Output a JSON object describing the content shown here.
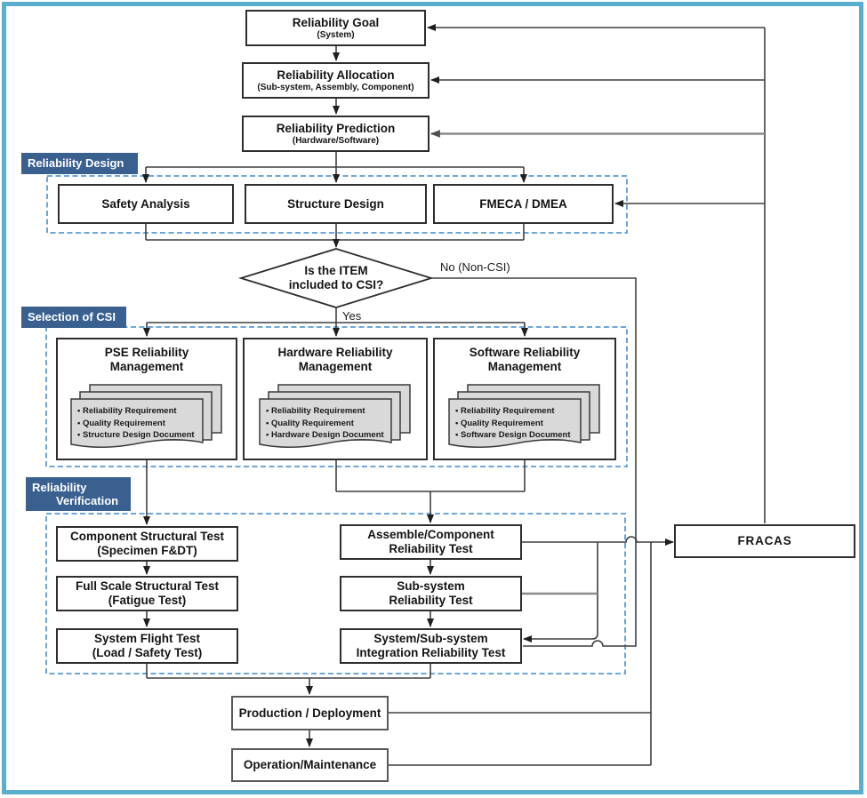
{
  "palette": {
    "frame_border": "#5BAFCE",
    "section_label_bg": "#3A608F",
    "section_label_text": "#FFFFFF",
    "dashed_box": "#5B9BD5",
    "document_fill": "#D9D9D9",
    "connector": "#3F3F3F",
    "connector_gray": "#8A8A8A"
  },
  "top_chain": {
    "goal": {
      "title": "Reliability Goal",
      "subtitle": "(System)"
    },
    "allocation": {
      "title": "Reliability Allocation",
      "subtitle": "(Sub-system, Assembly, Component)"
    },
    "prediction": {
      "title": "Reliability Prediction",
      "subtitle": "(Hardware/Software)"
    }
  },
  "design": {
    "label": "Reliability Design",
    "boxes": [
      "Safety Analysis",
      "Structure Design",
      "FMECA / DMEA"
    ]
  },
  "decision": {
    "line1": "Is the ITEM",
    "line2": "included to CSI?",
    "yes_label": "Yes",
    "no_label": "No (Non-CSI)"
  },
  "csi": {
    "label": "Selection of CSI",
    "boxes": [
      {
        "title_line1": "PSE Reliability",
        "title_line2": "Management",
        "docs": [
          "• Reliability Requirement",
          "• Quality Requirement",
          "• Structure Design Document"
        ]
      },
      {
        "title_line1": "Hardware Reliability",
        "title_line2": "Management",
        "docs": [
          "• Reliability Requirement",
          "• Quality Requirement",
          "• Hardware Design Document"
        ]
      },
      {
        "title_line1": "Software Reliability",
        "title_line2": "Management",
        "docs": [
          "• Reliability Requirement",
          "• Quality Requirement",
          "• Software Design Document"
        ]
      }
    ]
  },
  "verification": {
    "label_line1": "Reliability",
    "label_line2": "Verification",
    "left_column": [
      {
        "title": "Component Structural Test",
        "subtitle": "(Specimen F&DT)"
      },
      {
        "title": "Full Scale Structural Test",
        "subtitle": "(Fatigue Test)"
      },
      {
        "title": "System Flight Test",
        "subtitle": "(Load / Safety Test)"
      }
    ],
    "right_column": [
      {
        "title": "Assemble/Component",
        "subtitle": "Reliability Test"
      },
      {
        "title": "Sub-system",
        "subtitle": "Reliability Test"
      },
      {
        "title": "System/Sub-system",
        "subtitle": "Integration Reliability Test"
      }
    ]
  },
  "fracas": {
    "label": "FRACAS"
  },
  "bottom_chain": {
    "production": "Production / Deployment",
    "operation": "Operation/Maintenance"
  }
}
